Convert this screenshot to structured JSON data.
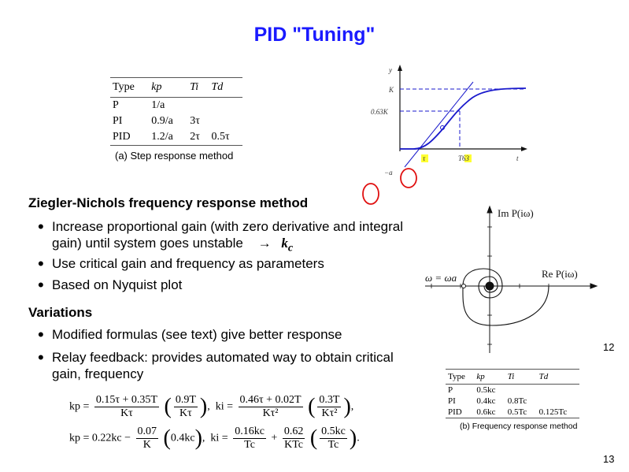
{
  "title": "PID \"Tuning\"",
  "step_table": {
    "headers": [
      "Type",
      "kp",
      "Ti",
      "Td"
    ],
    "rows": [
      [
        "P",
        "1/a",
        "",
        ""
      ],
      [
        "PI",
        "0.9/a",
        "3τ",
        ""
      ],
      [
        "PID",
        "1.2/a",
        "2τ",
        "0.5τ"
      ]
    ],
    "caption": "(a) Step response method"
  },
  "step_plot": {
    "y_label": "y",
    "x_label": "t",
    "k_label": "K",
    "k63_label": "0.63K",
    "tau_label": "τ",
    "t63_label": "T63",
    "neg_a_label": "−a",
    "highlight_color": "#ffff33",
    "annotation_color": "#e01010",
    "curve_color": "#1a1acc"
  },
  "section1": {
    "heading": "Ziegler-Nichols frequency response method",
    "bullets": [
      "Increase proportional gain (with zero derivative and integral gain) until system goes unstable",
      "Use critical gain and frequency as parameters",
      "Based on Nyquist plot"
    ],
    "arrow": "→",
    "arrow_target": "k",
    "arrow_target_sub": "c"
  },
  "section2": {
    "heading": "Variations",
    "bullets": [
      "Modified formulas (see text) give better response",
      "Relay feedback: provides automated way to obtain critical gain, frequency"
    ]
  },
  "nyquist": {
    "im_label": "Im P(iω)",
    "re_label": "Re P(iω)",
    "omega_label": "ω = ωa"
  },
  "freq_table": {
    "headers": [
      "Type",
      "kp",
      "Ti",
      "Td"
    ],
    "rows": [
      [
        "P",
        "0.5kc",
        "",
        ""
      ],
      [
        "PI",
        "0.4kc",
        "0.8Tc",
        ""
      ],
      [
        "PID",
        "0.6kc",
        "0.5Tc",
        "0.125Tc"
      ]
    ],
    "caption": "(b) Frequency response method"
  },
  "formulas": {
    "row1": {
      "kp_lhs": "kp =",
      "kp_num": "0.15τ + 0.35T",
      "kp_den": "Kτ",
      "kp_alt_num": "0.9T",
      "kp_alt_den": "Kτ",
      "ki_lhs": "ki =",
      "ki_num": "0.46τ + 0.02T",
      "ki_den": "Kτ²",
      "ki_alt_num": "0.3T",
      "ki_alt_den": "Kτ²"
    },
    "row2": {
      "kp_lhs": "kp = 0.22kc −",
      "kp_num": "0.07",
      "kp_den": "K",
      "kp_alt": "0.4kc",
      "ki_lhs": "ki =",
      "ki_num1": "0.16kc",
      "ki_den1": "Tc",
      "ki_plus": "+",
      "ki_num2": "0.62",
      "ki_den2": "KTc",
      "ki_alt_num": "0.5kc",
      "ki_alt_den": "Tc"
    }
  },
  "page_numbers": [
    "12",
    "13"
  ]
}
